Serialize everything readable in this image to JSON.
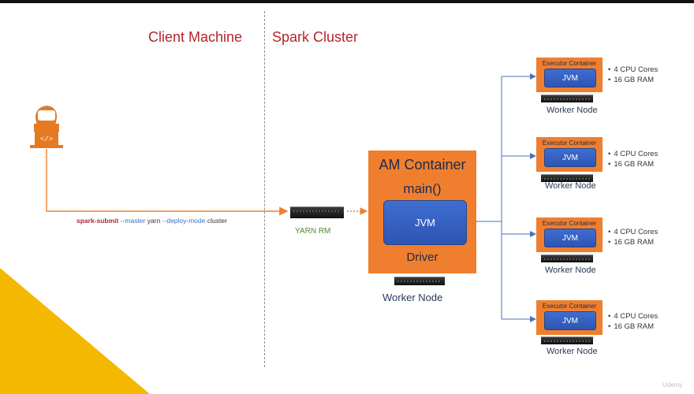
{
  "headings": {
    "client": "Client Machine",
    "cluster": "Spark Cluster"
  },
  "command": {
    "spark_submit": "spark-submit",
    "master_flag": "--master",
    "master_value": "yarn",
    "deploy_flag": "--deploy-mode",
    "deploy_value": "cluster"
  },
  "yarn_rm_label": "YARN RM",
  "am_container": {
    "title": "AM Container",
    "main": "main()",
    "jvm": "JVM",
    "driver": "Driver",
    "worker_label": "Worker Node"
  },
  "executors": [
    {
      "title": "Executor Container",
      "jvm": "JVM",
      "specs": [
        "4 CPU Cores",
        "16 GB RAM"
      ],
      "worker_label": "Worker Node"
    },
    {
      "title": "Executor Container",
      "jvm": "JVM",
      "specs": [
        "4 CPU Cores",
        "16 GB RAM"
      ],
      "worker_label": "Worker Node"
    },
    {
      "title": "Executor Container",
      "jvm": "JVM",
      "specs": [
        "4 CPU Cores",
        "16 GB RAM"
      ],
      "worker_label": "Worker Node"
    },
    {
      "title": "Executor Container",
      "jvm": "JVM",
      "specs": [
        "4 CPU Cores",
        "16 GB RAM"
      ],
      "worker_label": "Worker Node"
    }
  ],
  "icons": {
    "developer": "developer-laptop-icon",
    "server": "server-rack-icon"
  },
  "colors": {
    "heading_red": "#b5252a",
    "container_orange": "#ef7f2f",
    "jvm_blue": "#2d55b3",
    "connector_blue": "#4a72b8",
    "yarn_green": "#4f8a2f",
    "corner_yellow": "#f5b800"
  },
  "watermark": "Udemy"
}
